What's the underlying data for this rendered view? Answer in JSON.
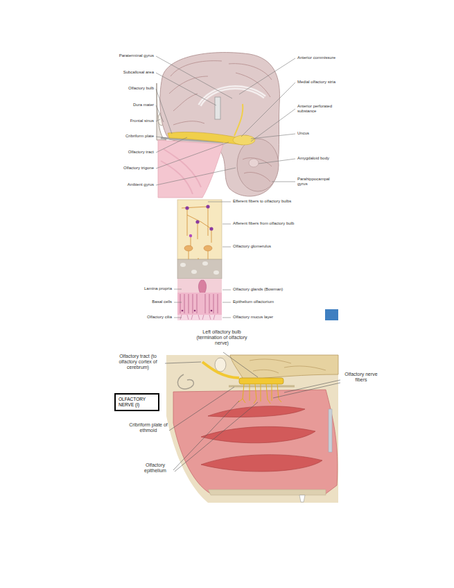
{
  "diagram": {
    "nodes": [
      {
        "text": [
          "OLFACTORY NERVE (I)"
        ]
      }
    ],
    "labels": [
      "Paraterminal gyrus",
      "Subcallosal area",
      "Olfactory bulb",
      "Dura mater",
      "Frontal sinus",
      "Cribriform plate",
      "Olfactory tract",
      "Olfactory trigone",
      "Ambient gyrus",
      "Anterior commissure",
      "Medial olfactory stria",
      "Anterior perforated substance",
      "Uncus",
      "Amygdaloid body",
      "Parahippocampal gyrus",
      "Efferent fibers to olfactory bulbs",
      "Afferent fibers from olfactory bulb",
      "Olfactory glomerulus",
      "Olfactory glands (Bowman)",
      "Epithelium olfactorium",
      "Olfactory mucus layer",
      "Lamina propria",
      "Basal cells",
      "Olfactory cilia",
      "Left olfactory bulb (termination of olfactory nerve)",
      "Olfactory tract (to olfactory cortex of cerebrum)",
      "Olfactory nerve fibers",
      "Cribriform plate of ethmoid",
      "Olfactory epithelium"
    ]
  }
}
